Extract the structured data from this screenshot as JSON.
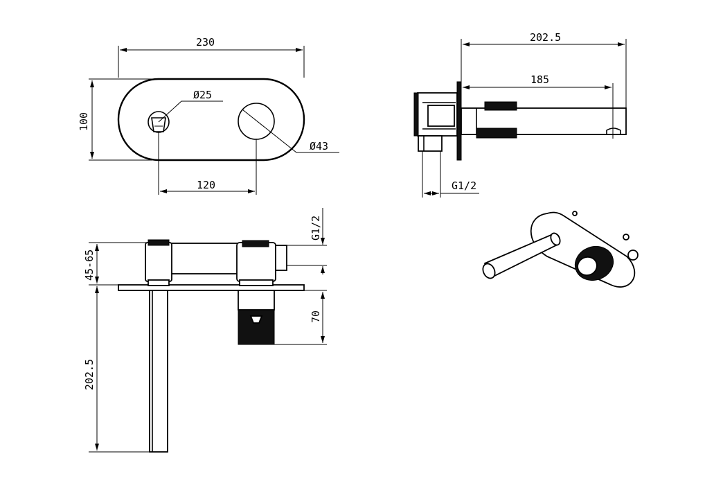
{
  "front_view": {
    "width_label": "230",
    "height_label": "100",
    "spacing_label": "120",
    "small_dia_label": "Ø25",
    "large_dia_label": "Ø43"
  },
  "side_view": {
    "total_label": "202.5",
    "spout_label": "185",
    "thread_label": "G1/2"
  },
  "top_view": {
    "depth_label": "45-65",
    "thread_label": "G1/2",
    "body_label": "70",
    "spout_label": "202.5"
  }
}
